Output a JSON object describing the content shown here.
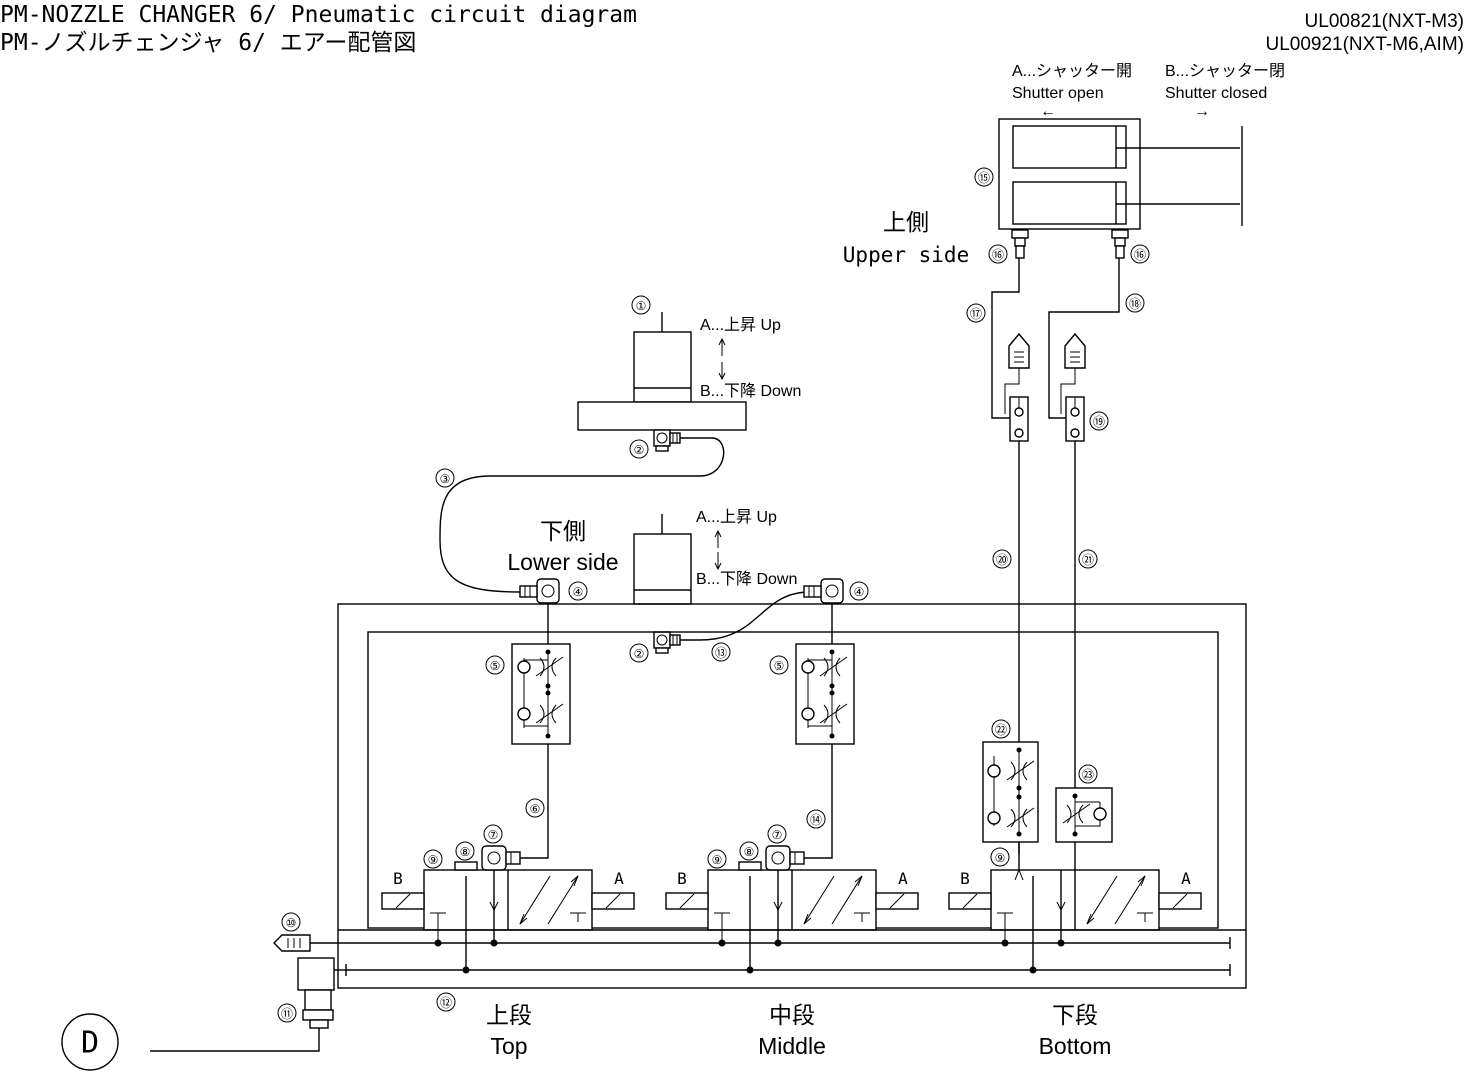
{
  "title": {
    "en": "PM-NOZZLE CHANGER 6/  Pneumatic circuit diagram",
    "jp": "PM-ノズルチェンジャ 6/  エアー配管図"
  },
  "model_numbers": [
    "UL00821(NXT-M3)",
    "UL00921(NXT-M6,AIM)"
  ],
  "shutter": {
    "a_jp": "A...シャッター開",
    "a_en": "Shutter open",
    "a_arrow": "←",
    "b_jp": "B...シャッター閉",
    "b_en": "Shutter closed",
    "b_arrow": "→"
  },
  "upper_side": {
    "jp": "上側",
    "en": "Upper side"
  },
  "lower_side": {
    "jp": "下側",
    "en": "Lower side"
  },
  "cylinder_upper": {
    "a": "A...上昇  Up",
    "b": "B...下降  Down"
  },
  "cylinder_lower": {
    "a": "A...上昇 Up",
    "b": "B...下降 Down"
  },
  "valve_ports": {
    "b": "B",
    "a": "A"
  },
  "tiers": [
    {
      "jp": "上段",
      "en": "Top"
    },
    {
      "jp": "中段",
      "en": "Middle"
    },
    {
      "jp": "下段",
      "en": "Bottom"
    }
  ],
  "connection_label": "D",
  "part_numbers": [
    "①",
    "②",
    "③",
    "④",
    "⑤",
    "⑥",
    "⑦",
    "⑧",
    "⑨",
    "⑩",
    "⑪",
    "⑫",
    "⑬",
    "⑭",
    "⑮",
    "⑯",
    "⑰",
    "⑱",
    "⑲",
    "⑳",
    "㉑",
    "㉒",
    "㉓"
  ],
  "colors": {
    "line": "#000000",
    "background": "#ffffff"
  }
}
